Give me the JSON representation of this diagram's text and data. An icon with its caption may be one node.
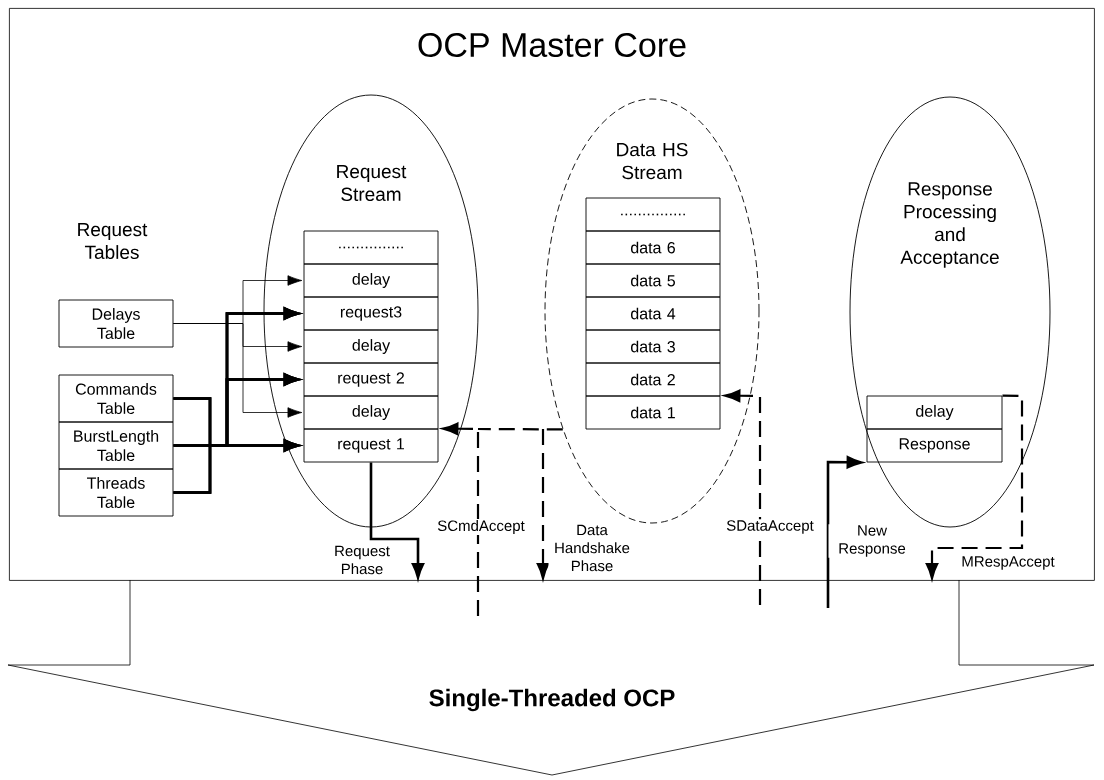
{
  "diagram": {
    "nodes": [
      {
        "text": [
          "OCP Master Core"
        ]
      },
      {
        "text": [
          "Delays Table"
        ],
        "in": 0
      },
      {
        "text": [
          "Commands Table"
        ],
        "in": 0
      },
      {
        "text": [
          "BurstLength Table"
        ],
        "in": 0
      },
      {
        "text": [
          "Threads Table"
        ],
        "in": 0
      },
      {
        "text": [
          "Request Stream"
        ],
        "in": 0
      },
      {
        "text": [
          "..............."
        ],
        "in": 5
      },
      {
        "text": [
          "delay"
        ],
        "in": 5
      },
      {
        "text": [
          "request3"
        ],
        "in": 5
      },
      {
        "text": [
          "delay"
        ],
        "in": 5
      },
      {
        "text": [
          "request 2"
        ],
        "in": 5
      },
      {
        "text": [
          "delay"
        ],
        "in": 5
      },
      {
        "text": [
          "request 1"
        ],
        "in": 5
      },
      {
        "text": [
          "Data HS Stream"
        ],
        "in": 0
      },
      {
        "text": [
          "..............."
        ],
        "in": 13
      },
      {
        "text": [
          "data 6"
        ],
        "in": 13
      },
      {
        "text": [
          "data 5"
        ],
        "in": 13
      },
      {
        "text": [
          "data 4"
        ],
        "in": 13
      },
      {
        "text": [
          "data 3"
        ],
        "in": 13
      },
      {
        "text": [
          "data 2"
        ],
        "in": 13
      },
      {
        "text": [
          "data 1"
        ],
        "in": 13
      },
      {
        "text": [
          "Response Processing and Acceptance"
        ],
        "in": 0
      },
      {
        "text": [
          "delay"
        ],
        "in": 21
      },
      {
        "text": [
          "Response"
        ],
        "in": 21
      },
      {
        "text": [
          "Single-Threaded OCP"
        ]
      }
    ],
    "edges": [
      {
        "from": 1,
        "to": 7,
        "arrow": "to"
      },
      {
        "from": 1,
        "to": 9,
        "arrow": "to"
      },
      {
        "from": 1,
        "to": 11,
        "arrow": "to"
      },
      {
        "from": 2,
        "to": 8,
        "arrow": "to"
      },
      {
        "from": 2,
        "to": 10,
        "arrow": "to"
      },
      {
        "from": 2,
        "to": 12,
        "arrow": "to"
      },
      {
        "from": 3,
        "to": 8,
        "arrow": "to"
      },
      {
        "from": 3,
        "to": 10,
        "arrow": "to"
      },
      {
        "from": 3,
        "to": 12,
        "arrow": "to"
      },
      {
        "from": 4,
        "to": 8,
        "arrow": "to"
      },
      {
        "from": 4,
        "to": 10,
        "arrow": "to"
      },
      {
        "from": 4,
        "to": 12,
        "arrow": "to"
      },
      {
        "from": 12,
        "to": 24,
        "arrow": "to",
        "label": "Request Phase"
      },
      {
        "from": 24,
        "to": 12,
        "arrow": "to",
        "style": "dashed",
        "label": "SCmdAccept"
      },
      {
        "from": 13,
        "to": 24,
        "arrow": "to",
        "style": "dashed",
        "label": "Data Handshake Phase"
      },
      {
        "from": 24,
        "to": 20,
        "arrow": "to",
        "style": "dashed",
        "label": "SDataAccept"
      },
      {
        "from": 24,
        "to": 23,
        "arrow": "to",
        "label": "New Response"
      },
      {
        "from": 22,
        "to": 24,
        "arrow": "to",
        "style": "dashed",
        "label": "MRespAccept"
      }
    ],
    "labels": [
      "Request Tables"
    ]
  }
}
